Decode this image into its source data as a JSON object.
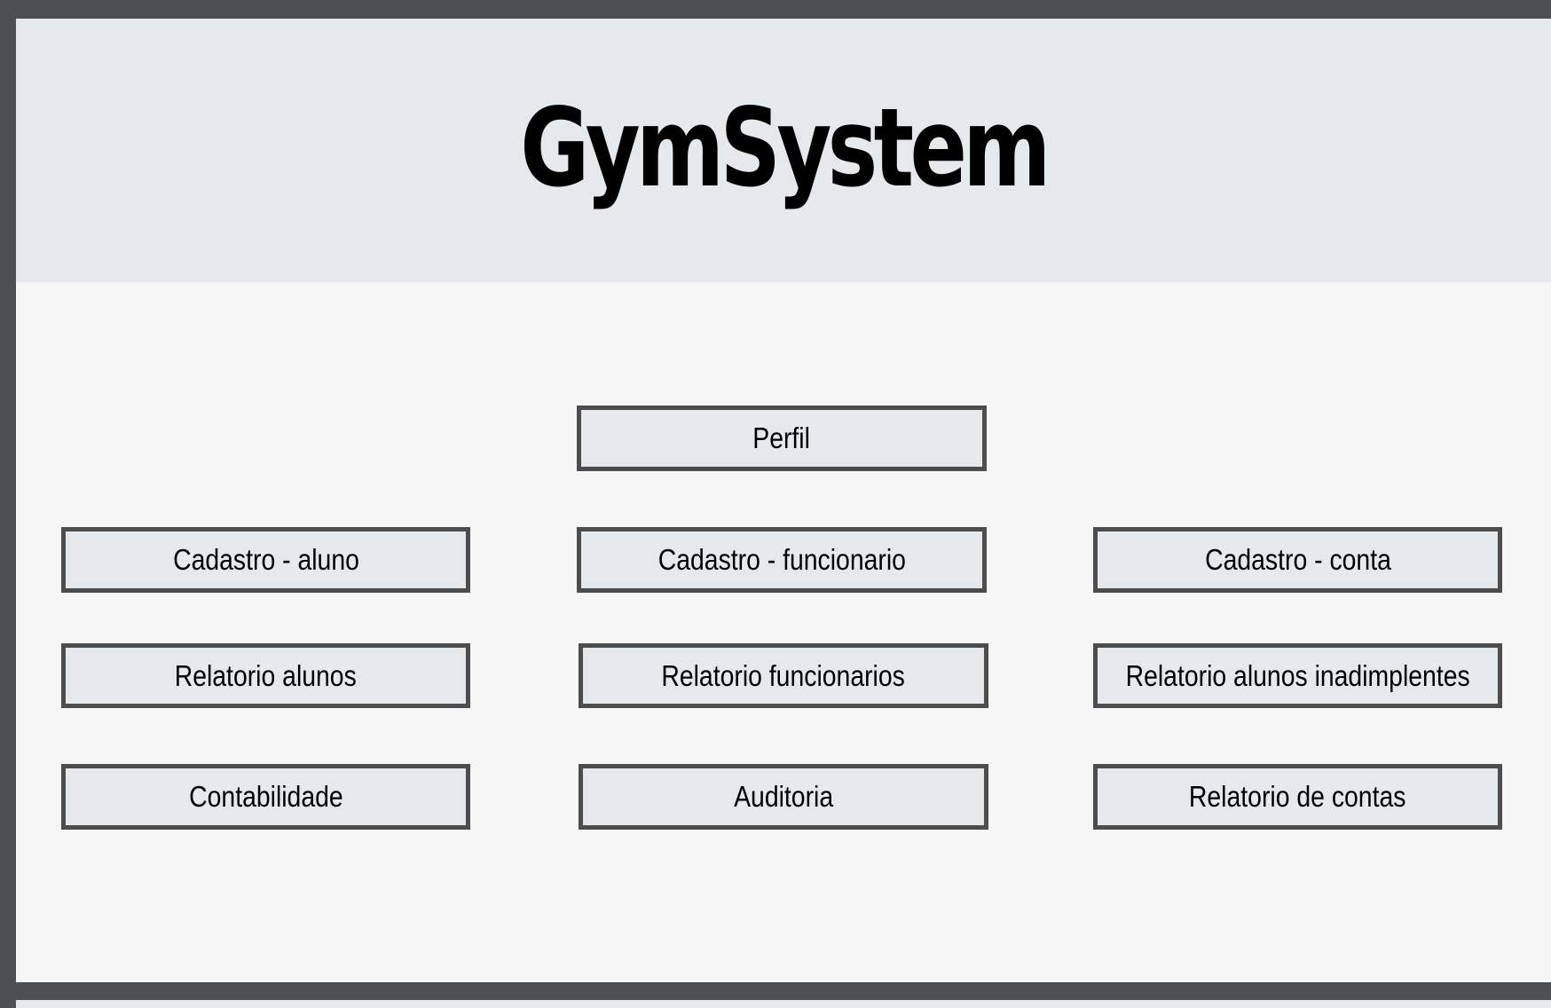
{
  "app": {
    "title": "GymSystem"
  },
  "menu": {
    "perfil": "Perfil",
    "cadastro_aluno": "Cadastro - aluno",
    "cadastro_funcionario": "Cadastro - funcionario",
    "cadastro_conta": "Cadastro - conta",
    "relatorio_alunos": "Relatorio alunos",
    "relatorio_funcionarios": "Relatorio funcionarios",
    "relatorio_inadimplentes": "Relatorio alunos inadimplentes",
    "contabilidade": "Contabilidade",
    "auditoria": "Auditoria",
    "relatorio_contas": "Relatorio de contas"
  },
  "colors": {
    "header_bg": "#e5e9ec",
    "content_bg": "#f5f6f5",
    "button_bg": "#e5e9ec",
    "button_border": "#4d4d4d",
    "frame": "#4b5053"
  }
}
